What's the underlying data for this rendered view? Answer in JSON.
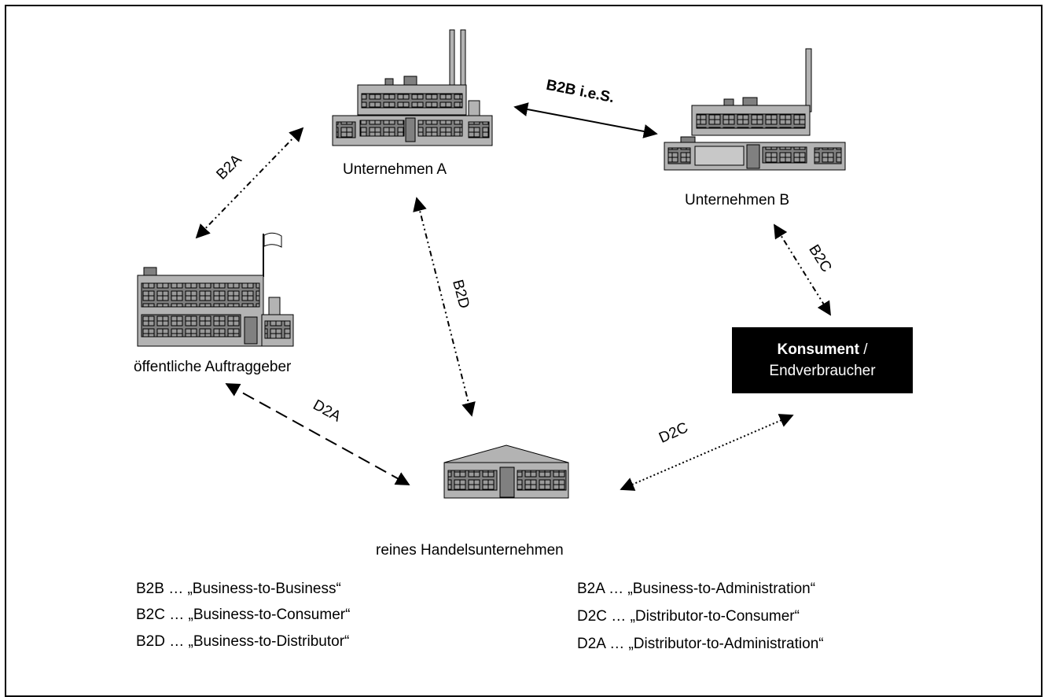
{
  "nodes": {
    "company_a": "Unternehmen A",
    "company_b": "Unternehmen B",
    "public_client": "öffentliche Auftraggeber",
    "trader": "reines Handelsunternehmen",
    "consumer_bold": "Konsument",
    "consumer_sep": " /",
    "consumer_line2": "Endverbraucher"
  },
  "relations": {
    "b2b": "B2B i.e.S.",
    "b2a": "B2A",
    "b2d": "B2D",
    "b2c": "B2C",
    "d2a": "D2A",
    "d2c": "D2C"
  },
  "legend": {
    "left": [
      "B2B … „Business-to-Business“",
      "B2C … „Business-to-Consumer“",
      "B2D … „Business-to-Distributor“"
    ],
    "right": [
      "B2A … „Business-to-Administration“",
      "D2C … „Distributor-to-Consumer“",
      "D2A … „Distributor-to-Administration“"
    ]
  },
  "colors": {
    "building_fill": "#b3b3b3",
    "building_dark": "#808080",
    "line": "#000000"
  }
}
